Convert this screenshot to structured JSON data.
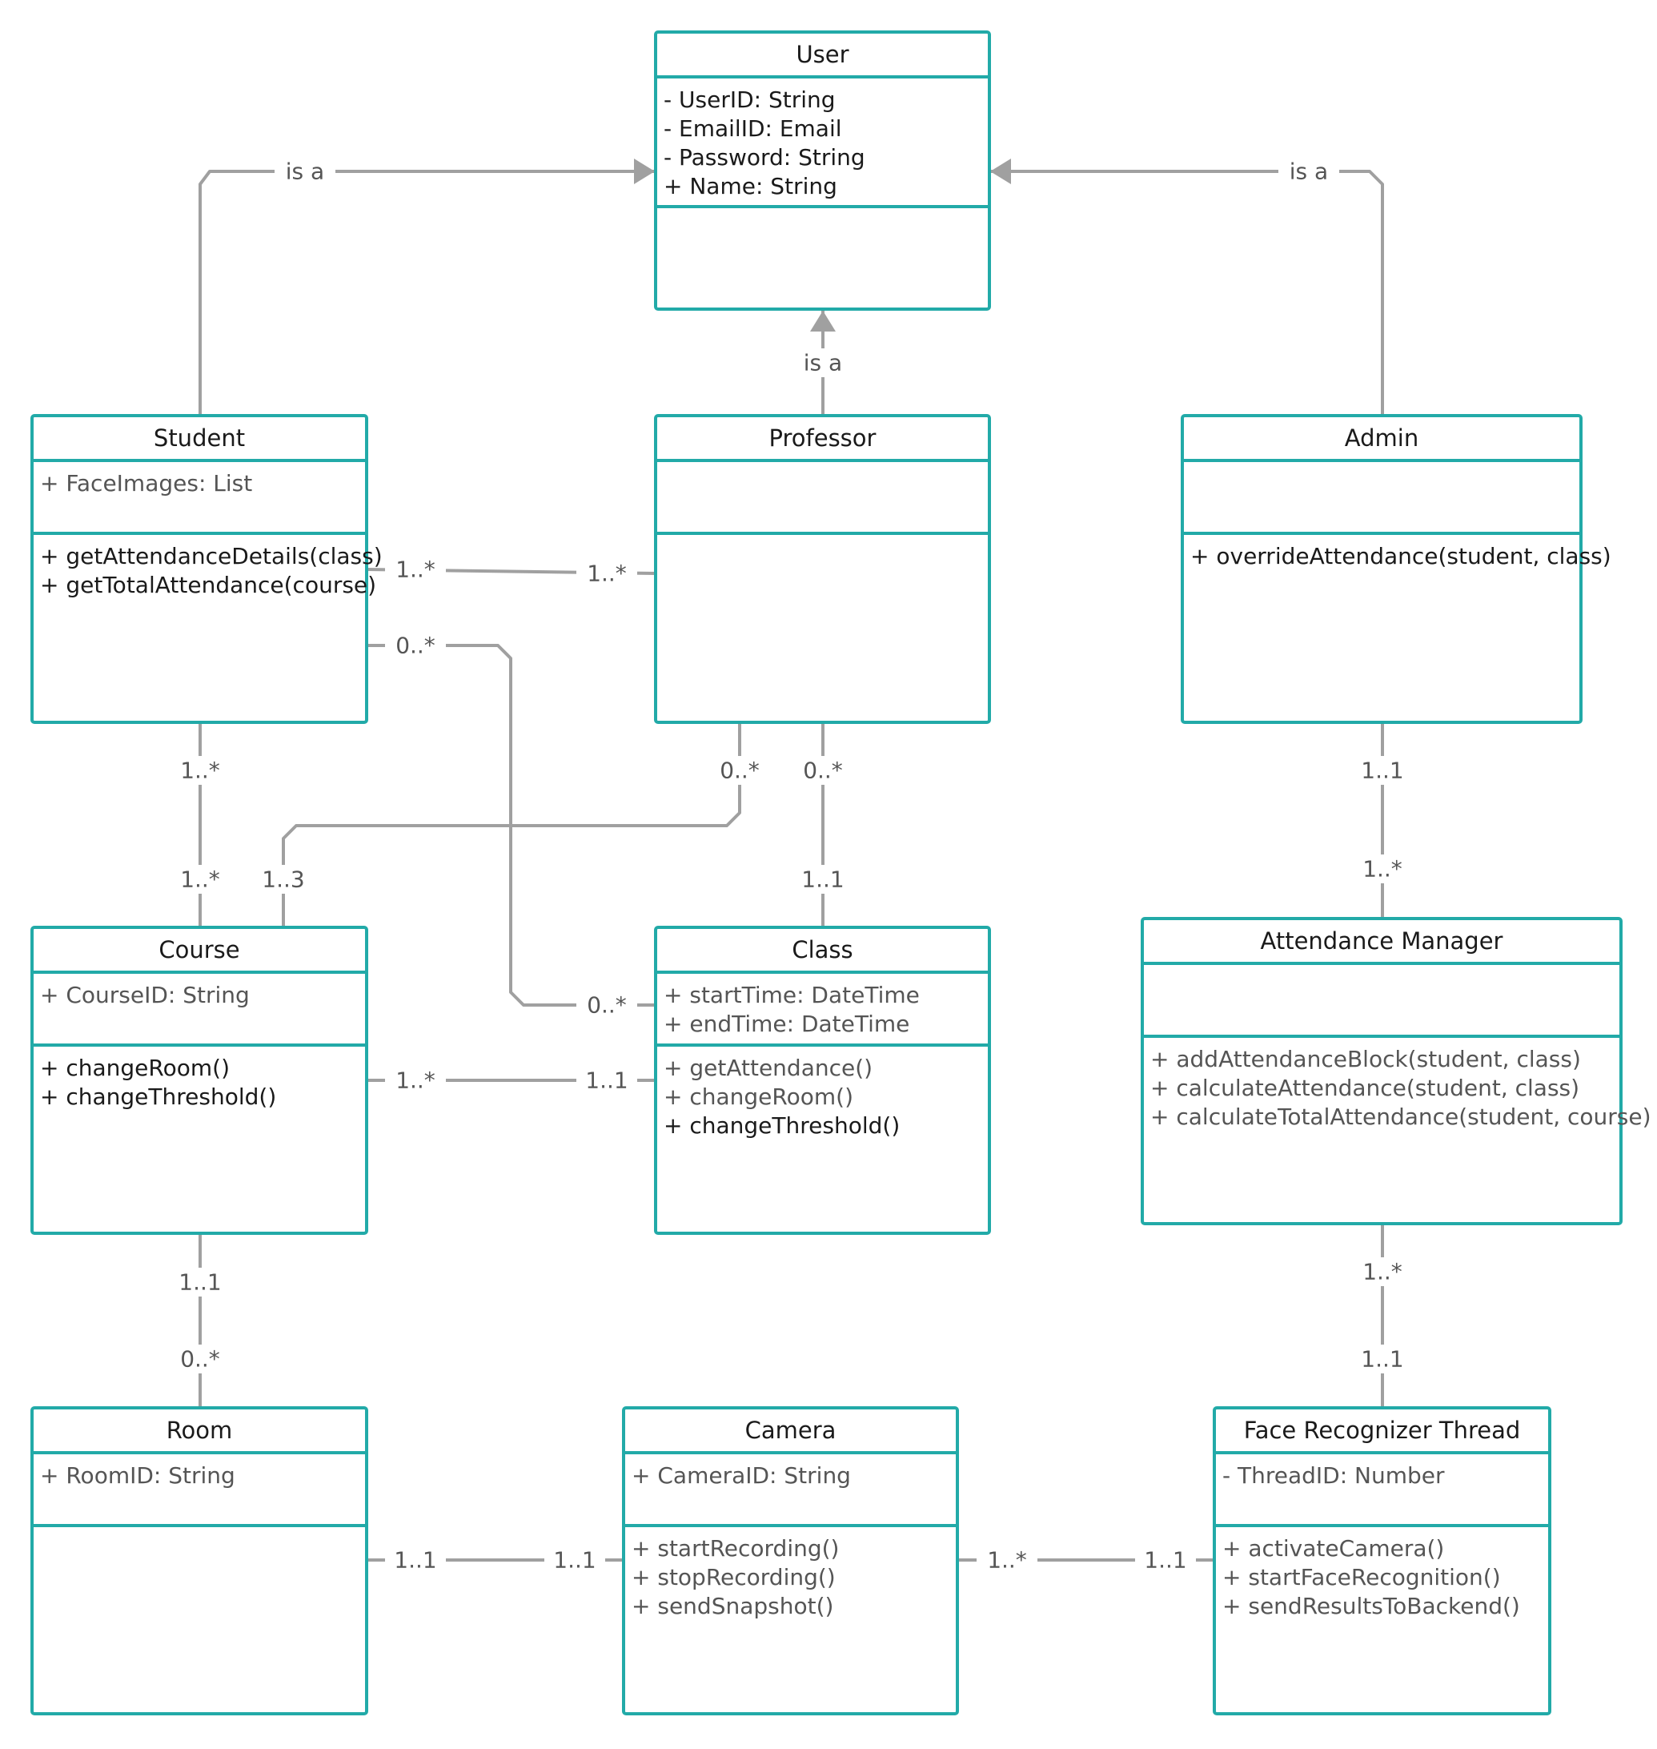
{
  "classes": [
    {
      "id": "user",
      "name": "User",
      "attributes": [
        {
          "text": "- UserID: String",
          "tone": "dark"
        },
        {
          "text": "- EmailID: Email",
          "tone": "dark"
        },
        {
          "text": "- Password: String",
          "tone": "dark"
        },
        {
          "text": "+ Name: String",
          "tone": "dark"
        }
      ],
      "methods": []
    },
    {
      "id": "student",
      "name": "Student",
      "attributes": [
        {
          "text": "+ FaceImages: List",
          "tone": "grey"
        }
      ],
      "methods": [
        {
          "text": "+ getAttendanceDetails(class)",
          "tone": "dark"
        },
        {
          "text": "+ getTotalAttendance(course)",
          "tone": "dark"
        }
      ]
    },
    {
      "id": "professor",
      "name": "Professor",
      "attributes": [],
      "methods": []
    },
    {
      "id": "admin",
      "name": "Admin",
      "attributes": [],
      "methods": [
        {
          "text": "+ overrideAttendance(student, class)",
          "tone": "dark"
        }
      ]
    },
    {
      "id": "course",
      "name": "Course",
      "attributes": [
        {
          "text": "+ CourseID: String",
          "tone": "grey"
        }
      ],
      "methods": [
        {
          "text": "+ changeRoom()",
          "tone": "dark"
        },
        {
          "text": "+ changeThreshold()",
          "tone": "dark"
        }
      ]
    },
    {
      "id": "class",
      "name": "Class",
      "attributes": [
        {
          "text": "+ startTime: DateTime",
          "tone": "grey"
        },
        {
          "text": "+ endTime: DateTime",
          "tone": "grey"
        }
      ],
      "methods": [
        {
          "text": "+ getAttendance()",
          "tone": "grey"
        },
        {
          "text": "+ changeRoom()",
          "tone": "grey"
        },
        {
          "text": "+ changeThreshold()",
          "tone": "dark"
        }
      ]
    },
    {
      "id": "attendance_manager",
      "name": "Attendance Manager",
      "attributes": [],
      "methods": [
        {
          "text": "+ addAttendanceBlock(student, class)",
          "tone": "grey"
        },
        {
          "text": "+ calculateAttendance(student, class)",
          "tone": "grey"
        },
        {
          "text": "+ calculateTotalAttendance(student, course)",
          "tone": "grey"
        }
      ]
    },
    {
      "id": "room",
      "name": "Room",
      "attributes": [
        {
          "text": "+ RoomID: String",
          "tone": "grey"
        }
      ],
      "methods": []
    },
    {
      "id": "camera",
      "name": "Camera",
      "attributes": [
        {
          "text": "+ CameraID: String",
          "tone": "grey"
        }
      ],
      "methods": [
        {
          "text": "+ startRecording()",
          "tone": "grey"
        },
        {
          "text": "+ stopRecording()",
          "tone": "grey"
        },
        {
          "text": "+ sendSnapshot()",
          "tone": "grey"
        }
      ]
    },
    {
      "id": "face_recognizer",
      "name": "Face Recognizer Thread",
      "attributes": [
        {
          "text": "- ThreadID: Number",
          "tone": "grey"
        }
      ],
      "methods": [
        {
          "text": "+ activateCamera()",
          "tone": "grey"
        },
        {
          "text": "+ startFaceRecognition()",
          "tone": "grey"
        },
        {
          "text": "+ sendResultsToBackend()",
          "tone": "grey"
        }
      ]
    }
  ],
  "relationships": [
    {
      "id": "student-user",
      "kind": "generalization",
      "from": "student",
      "to": "user",
      "label": "is a"
    },
    {
      "id": "professor-user",
      "kind": "generalization",
      "from": "professor",
      "to": "user",
      "label": "is a"
    },
    {
      "id": "admin-user",
      "kind": "generalization",
      "from": "admin",
      "to": "user",
      "label": "is a"
    },
    {
      "id": "student-professor",
      "kind": "association",
      "from": "student",
      "to": "professor",
      "from_mult": "1..*",
      "to_mult": "1..*"
    },
    {
      "id": "student-class",
      "kind": "association",
      "from": "student",
      "to": "class",
      "from_mult": "0..*",
      "to_mult": "0..*"
    },
    {
      "id": "student-course",
      "kind": "association",
      "from": "student",
      "to": "course",
      "from_mult": "1..*",
      "to_mult": "1..*"
    },
    {
      "id": "professor-course",
      "kind": "association",
      "from": "professor",
      "to": "course",
      "from_mult": "0..*",
      "to_mult": "1..3"
    },
    {
      "id": "professor-class",
      "kind": "association",
      "from": "professor",
      "to": "class",
      "from_mult": "0..*",
      "to_mult": "1..1"
    },
    {
      "id": "admin-attendance",
      "kind": "association",
      "from": "admin",
      "to": "attendance_manager",
      "from_mult": "1..1",
      "to_mult": "1..*"
    },
    {
      "id": "course-class",
      "kind": "association",
      "from": "course",
      "to": "class",
      "from_mult": "1..*",
      "to_mult": "1..1"
    },
    {
      "id": "course-room",
      "kind": "association",
      "from": "course",
      "to": "room",
      "from_mult": "1..1",
      "to_mult": "0..*"
    },
    {
      "id": "attendance-face",
      "kind": "association",
      "from": "attendance_manager",
      "to": "face_recognizer",
      "from_mult": "1..*",
      "to_mult": "1..1"
    },
    {
      "id": "room-camera",
      "kind": "association",
      "from": "room",
      "to": "camera",
      "from_mult": "1..1",
      "to_mult": "1..1"
    },
    {
      "id": "camera-face",
      "kind": "association",
      "from": "camera",
      "to": "face_recognizer",
      "from_mult": "1..*",
      "to_mult": "1..1"
    }
  ]
}
